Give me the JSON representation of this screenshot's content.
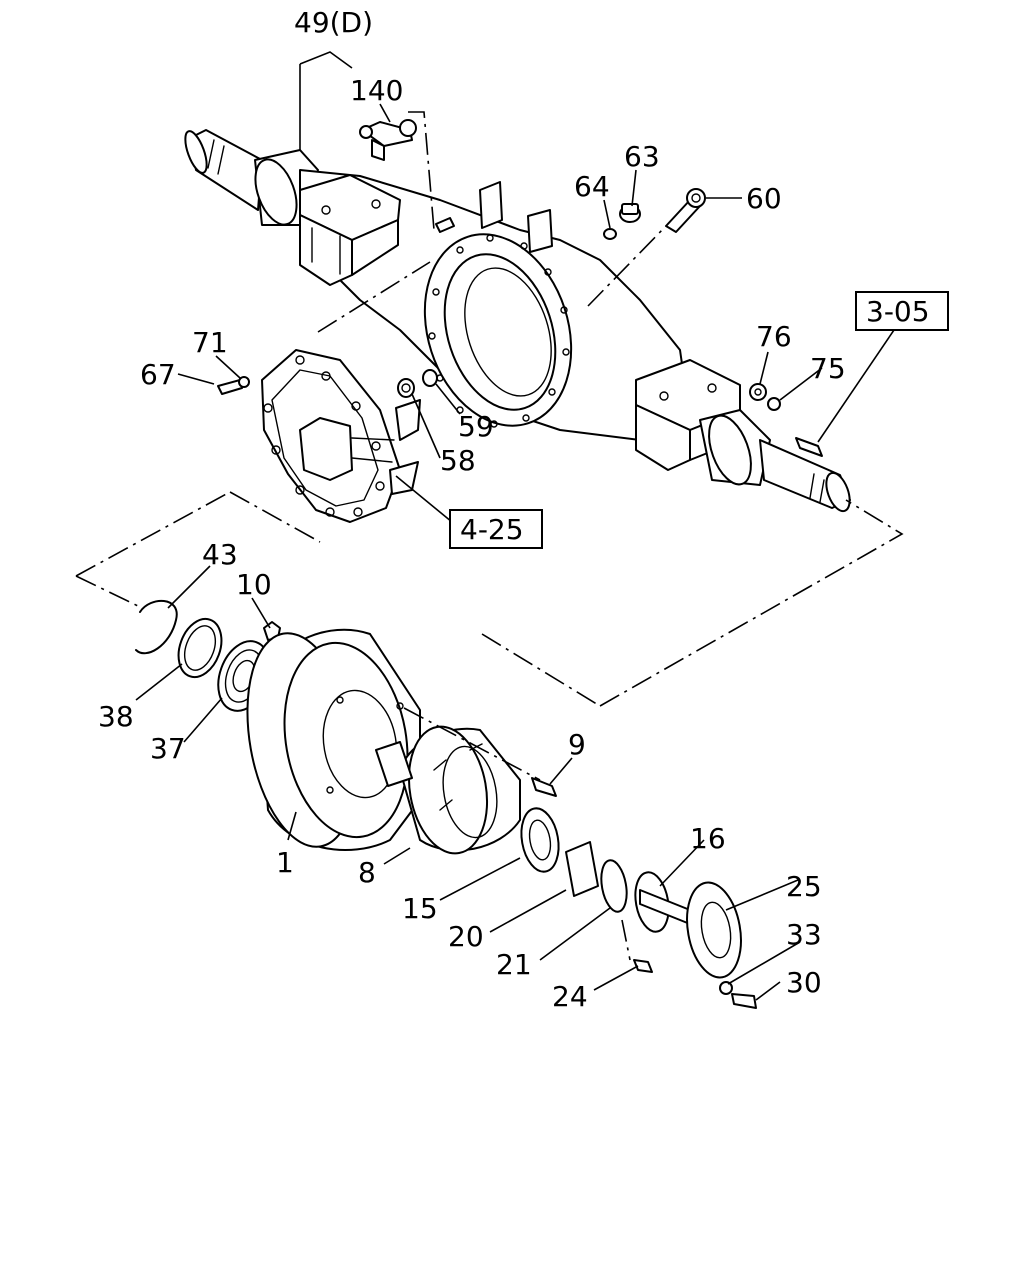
{
  "labels": {
    "p49": "49(D)",
    "p140": "140",
    "p63": "63",
    "p64": "64",
    "p60": "60",
    "p71": "71",
    "p67": "67",
    "p76": "76",
    "p75": "75",
    "p59": "59",
    "p58": "58",
    "p43": "43",
    "p10": "10",
    "p38": "38",
    "p37": "37",
    "p9": "9",
    "p16": "16",
    "p25": "25",
    "p33": "33",
    "p30": "30",
    "p1": "1",
    "p8": "8",
    "p15": "15",
    "p20": "20",
    "p21": "21",
    "p24": "24"
  },
  "refs": {
    "r305": "3-05",
    "r425": "4-25"
  }
}
